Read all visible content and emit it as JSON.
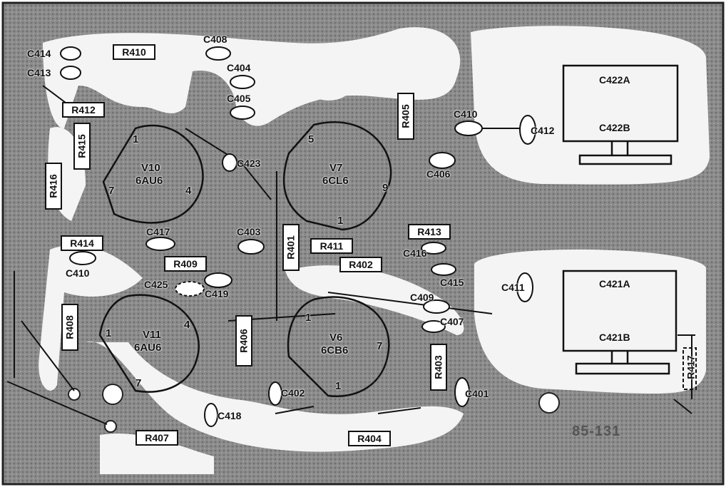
{
  "board_code": "85-131",
  "resistors_horizontal": {
    "r410": "R410",
    "r412": "R412",
    "r414": "R414",
    "r409": "R409",
    "r411": "R411",
    "r402": "R402",
    "r413": "R413",
    "r407": "R407",
    "r404": "R404"
  },
  "resistors_vertical": {
    "r415": "R415",
    "r416": "R416",
    "r408": "R408",
    "r406": "R406",
    "r401": "R401",
    "r405": "R405",
    "r403": "R403",
    "r417": "R417"
  },
  "capacitors": {
    "c414": "C414",
    "c413": "C413",
    "c408": "C408",
    "c404": "C404",
    "c405": "C405",
    "c423": "C423",
    "c417": "C417",
    "c403": "C403",
    "c410_left": "C410",
    "c425": "C425",
    "c419": "C419",
    "c418": "C418",
    "c402": "C402",
    "c410_right": "C410",
    "c412": "C412",
    "c406": "C406",
    "c416": "C416",
    "c415": "C415",
    "c409": "C409",
    "c407": "C407",
    "c401": "C401",
    "c411": "C411"
  },
  "can_capacitors": {
    "upper_a": "C422A",
    "upper_b": "C422B",
    "lower_a": "C421A",
    "lower_b": "C421B"
  },
  "tubes": {
    "v10": {
      "name": "V10",
      "type": "6AU6",
      "pins": [
        "1",
        "7",
        "4"
      ]
    },
    "v7": {
      "name": "V7",
      "type": "6CL6",
      "pins": [
        "5",
        "9",
        "1"
      ]
    },
    "v11": {
      "name": "V11",
      "type": "6AU6",
      "pins": [
        "1",
        "4",
        "7"
      ]
    },
    "v6": {
      "name": "V6",
      "type": "6CB6",
      "pins": [
        "1",
        "7",
        "1"
      ]
    }
  }
}
